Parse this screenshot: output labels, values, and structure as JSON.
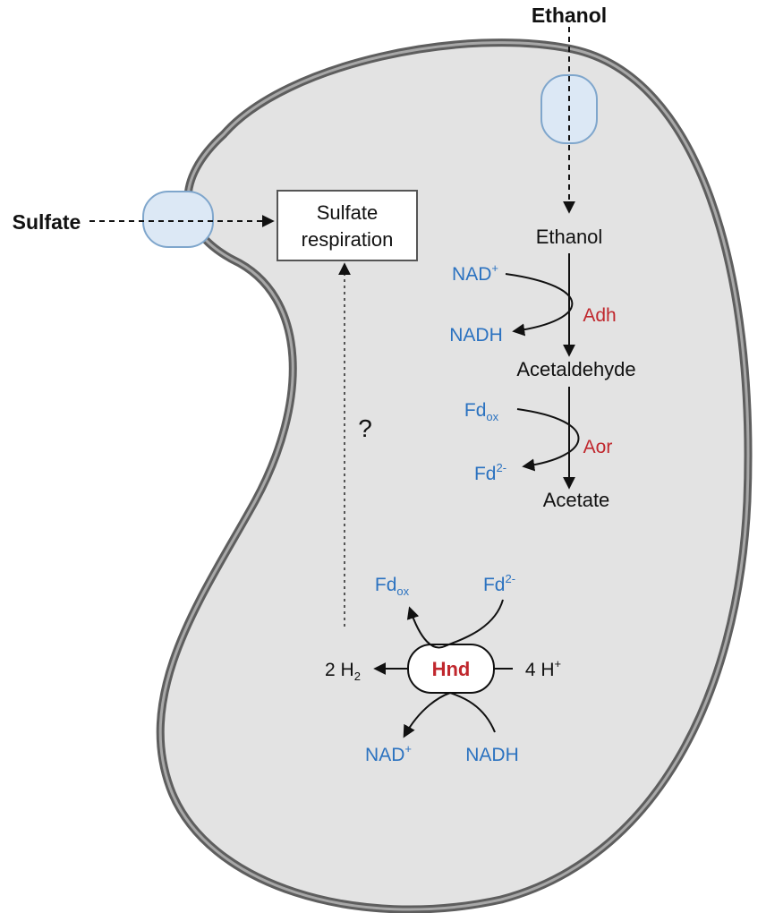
{
  "colors": {
    "cell_fill": "#e3e3e3",
    "membrane_outer": "#5e5e5e",
    "membrane_inner": "#9a9a9a",
    "transporter_fill": "#dce8f5",
    "transporter_stroke": "#7fa6cc",
    "cofactor_blue": "#2b72c0",
    "enzyme_red": "#c0272d",
    "text_black": "#111111"
  },
  "labels": {
    "ethanol_outside": "Ethanol",
    "sulfate_outside": "Sulfate",
    "sulfate_respiration_line1": "Sulfate",
    "sulfate_respiration_line2": "respiration",
    "question_mark": "?",
    "ethanol_inside": "Ethanol",
    "acetaldehyde": "Acetaldehyde",
    "acetate": "Acetate"
  },
  "adh_step": {
    "enzyme": "Adh",
    "cofactor_in": "NAD",
    "cofactor_in_sup": "+",
    "cofactor_out": "NADH"
  },
  "aor_step": {
    "enzyme": "Aor",
    "cofactor_in": "Fd",
    "cofactor_in_sub": "ox",
    "cofactor_out": "Fd",
    "cofactor_out_sup": "2-"
  },
  "hnd": {
    "enzyme": "Hnd",
    "fd_ox": "Fd",
    "fd_ox_sub": "ox",
    "fd_red": "Fd",
    "fd_red_sup": "2-",
    "h2_prefix": "2 H",
    "h2_sub": "2",
    "proton_prefix": "4 H",
    "proton_sup": "+",
    "nad_plus": "NAD",
    "nad_plus_sup": "+",
    "nadh": "NADH"
  }
}
